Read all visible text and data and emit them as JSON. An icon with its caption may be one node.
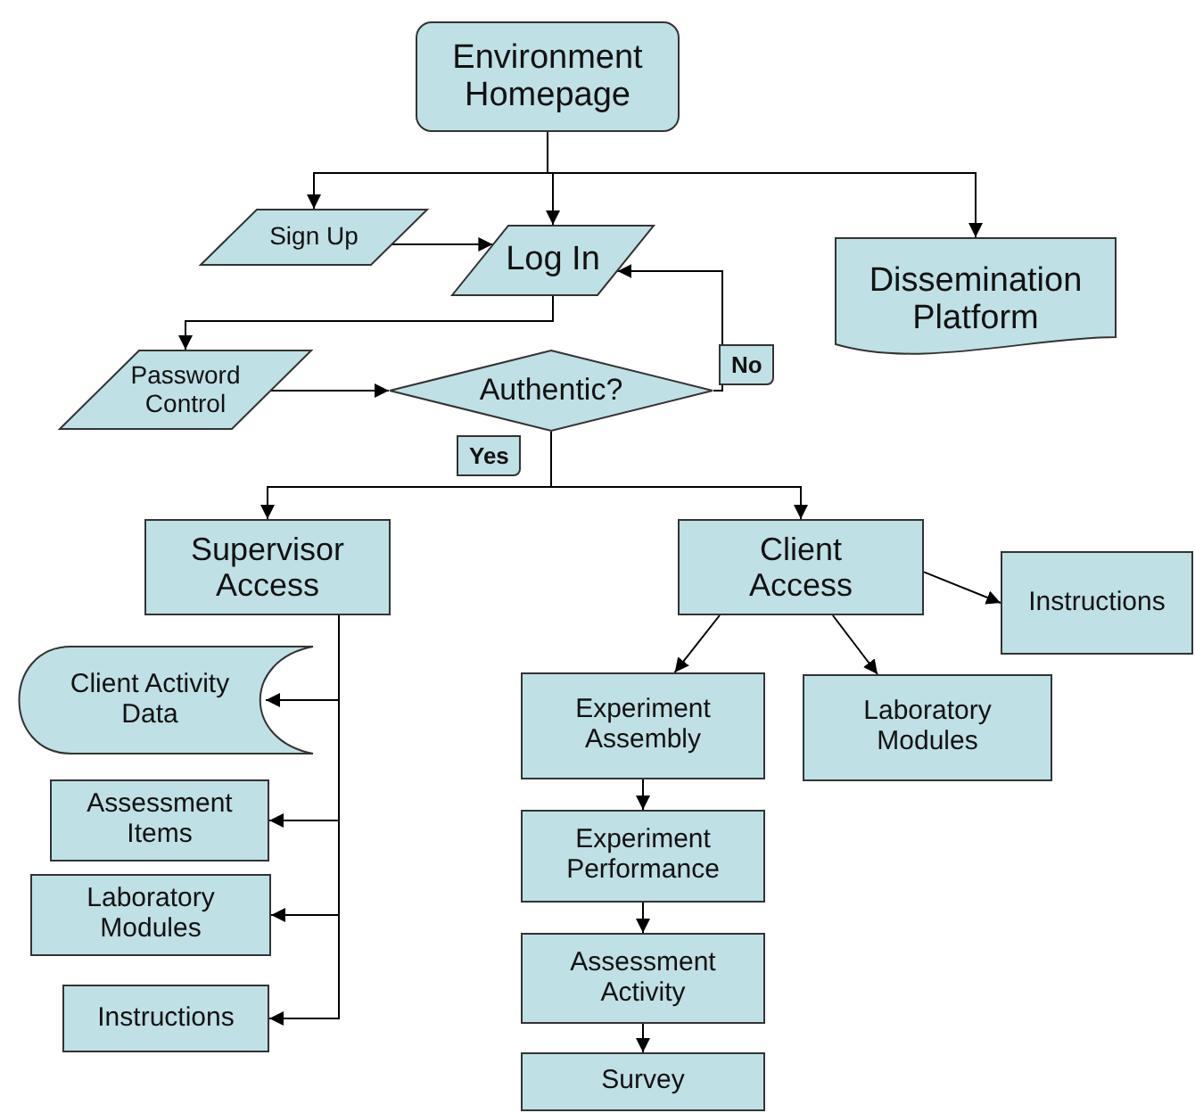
{
  "diagram": {
    "nodes": [
      {
        "text": [
          "Environment Homepage"
        ]
      },
      {
        "text": [
          "Sign Up"
        ]
      },
      {
        "text": [
          "Log In"
        ]
      },
      {
        "text": [
          "Dissemination Platform"
        ]
      },
      {
        "text": [
          "Password Control"
        ]
      },
      {
        "text": [
          "Authentic?"
        ]
      },
      {
        "text": [
          "Supervisor Access"
        ]
      },
      {
        "text": [
          "Client Access"
        ]
      },
      {
        "text": [
          "Instructions"
        ]
      },
      {
        "text": [
          "Client Activity Data"
        ]
      },
      {
        "text": [
          "Experiment Assembly"
        ]
      },
      {
        "text": [
          "Laboratory Modules"
        ]
      },
      {
        "text": [
          "Assessment Items"
        ]
      },
      {
        "text": [
          "Laboratory Modules"
        ]
      },
      {
        "text": [
          "Experiment Performance"
        ]
      },
      {
        "text": [
          "Instructions"
        ]
      },
      {
        "text": [
          "Assessment Activity"
        ]
      },
      {
        "text": [
          "Survey"
        ]
      }
    ],
    "edges": [
      {
        "from": 0,
        "to": 1,
        "arrow": "to"
      },
      {
        "from": 0,
        "to": 2,
        "arrow": "to"
      },
      {
        "from": 0,
        "to": 3,
        "arrow": "to"
      },
      {
        "from": 1,
        "to": 2,
        "arrow": "to"
      },
      {
        "from": 2,
        "to": 4,
        "arrow": "to"
      },
      {
        "from": 4,
        "to": 5,
        "arrow": "to"
      },
      {
        "from": 5,
        "to": 2,
        "arrow": "to",
        "label": "No"
      },
      {
        "from": 5,
        "to": 6,
        "arrow": "to",
        "label": "Yes"
      },
      {
        "from": 5,
        "to": 7,
        "arrow": "to"
      },
      {
        "from": 6,
        "to": 9,
        "arrow": "to"
      },
      {
        "from": 6,
        "to": 12,
        "arrow": "to"
      },
      {
        "from": 6,
        "to": 13,
        "arrow": "to"
      },
      {
        "from": 6,
        "to": 15,
        "arrow": "to"
      },
      {
        "from": 7,
        "to": 10,
        "arrow": "to"
      },
      {
        "from": 7,
        "to": 11,
        "arrow": "to"
      },
      {
        "from": 7,
        "to": 8,
        "arrow": "to"
      },
      {
        "from": 10,
        "to": 14,
        "arrow": "to"
      },
      {
        "from": 14,
        "to": 16,
        "arrow": "to"
      },
      {
        "from": 16,
        "to": 17,
        "arrow": "to"
      }
    ]
  }
}
